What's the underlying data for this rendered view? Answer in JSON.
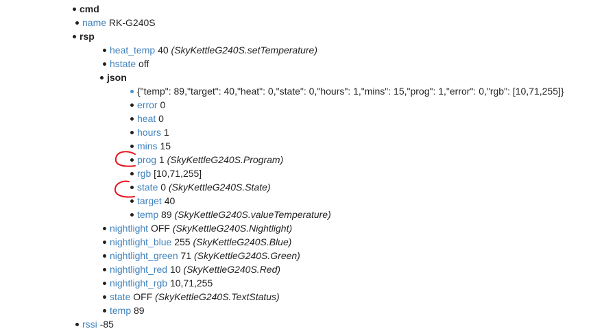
{
  "tree": {
    "cmd": {
      "label": "cmd"
    },
    "name": {
      "key": "name",
      "value": "RK-G240S"
    },
    "rsp": {
      "label": "rsp",
      "heat_temp": {
        "key": "heat_temp",
        "value": "40",
        "note": "(SkyKettleG240S.setTemperature)"
      },
      "hstate": {
        "key": "hstate",
        "value": "off"
      },
      "json": {
        "label": "json",
        "raw": "{\"temp\": 89,\"target\": 40,\"heat\": 0,\"state\": 0,\"hours\": 1,\"mins\": 15,\"prog\": 1,\"error\": 0,\"rgb\": [10,71,255]}",
        "error": {
          "key": "error",
          "value": "0"
        },
        "heat": {
          "key": "heat",
          "value": "0"
        },
        "hours": {
          "key": "hours",
          "value": "1"
        },
        "mins": {
          "key": "mins",
          "value": "15"
        },
        "prog": {
          "key": "prog",
          "value": "1",
          "note": "(SkyKettleG240S.Program)"
        },
        "rgb": {
          "key": "rgb",
          "value": "[10,71,255]"
        },
        "state": {
          "key": "state",
          "value": "0",
          "note": "(SkyKettleG240S.State)"
        },
        "target": {
          "key": "target",
          "value": "40"
        },
        "temp": {
          "key": "temp",
          "value": "89",
          "note": "(SkyKettleG240S.valueTemperature)"
        }
      },
      "nightlight": {
        "key": "nightlight",
        "value": "OFF",
        "note": "(SkyKettleG240S.Nightlight)"
      },
      "nightlight_blue": {
        "key": "nightlight_blue",
        "value": "255",
        "note": "(SkyKettleG240S.Blue)"
      },
      "nightlight_green": {
        "key": "nightlight_green",
        "value": "71",
        "note": "(SkyKettleG240S.Green)"
      },
      "nightlight_red": {
        "key": "nightlight_red",
        "value": "10",
        "note": "(SkyKettleG240S.Red)"
      },
      "nightlight_rgb": {
        "key": "nightlight_rgb",
        "value": "10,71,255"
      },
      "state": {
        "key": "state",
        "value": "OFF",
        "note": "(SkyKettleG240S.TextStatus)"
      },
      "temp": {
        "key": "temp",
        "value": "89"
      }
    },
    "rssi": {
      "key": "rssi",
      "value": "-85"
    }
  },
  "colors": {
    "key_link": "#3f82bd",
    "text": "#222222",
    "annotation": "#e8141e"
  }
}
